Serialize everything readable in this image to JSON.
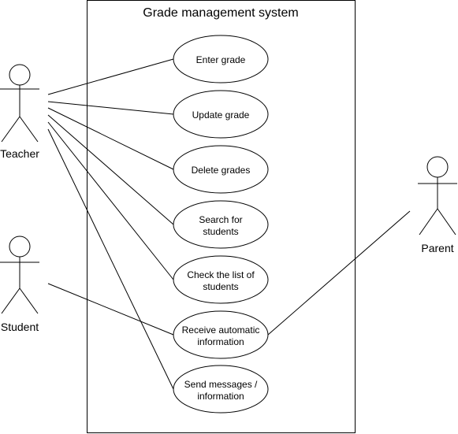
{
  "system": {
    "title": "Grade management system"
  },
  "actors": {
    "teacher": "Teacher",
    "student": "Student",
    "parent": "Parent"
  },
  "use_cases": {
    "enter_grade": [
      "Enter grade"
    ],
    "update_grade": [
      "Update grade"
    ],
    "delete_grades": [
      "Delete grades"
    ],
    "search_students": [
      "Search for",
      "students"
    ],
    "check_list": [
      "Check the list of",
      "students"
    ],
    "receive_info": [
      "Receive automatic",
      "information"
    ],
    "send_messages": [
      "Send messages /",
      "information"
    ]
  },
  "colors": {
    "stroke": "#000000",
    "background": "#ffffff"
  }
}
